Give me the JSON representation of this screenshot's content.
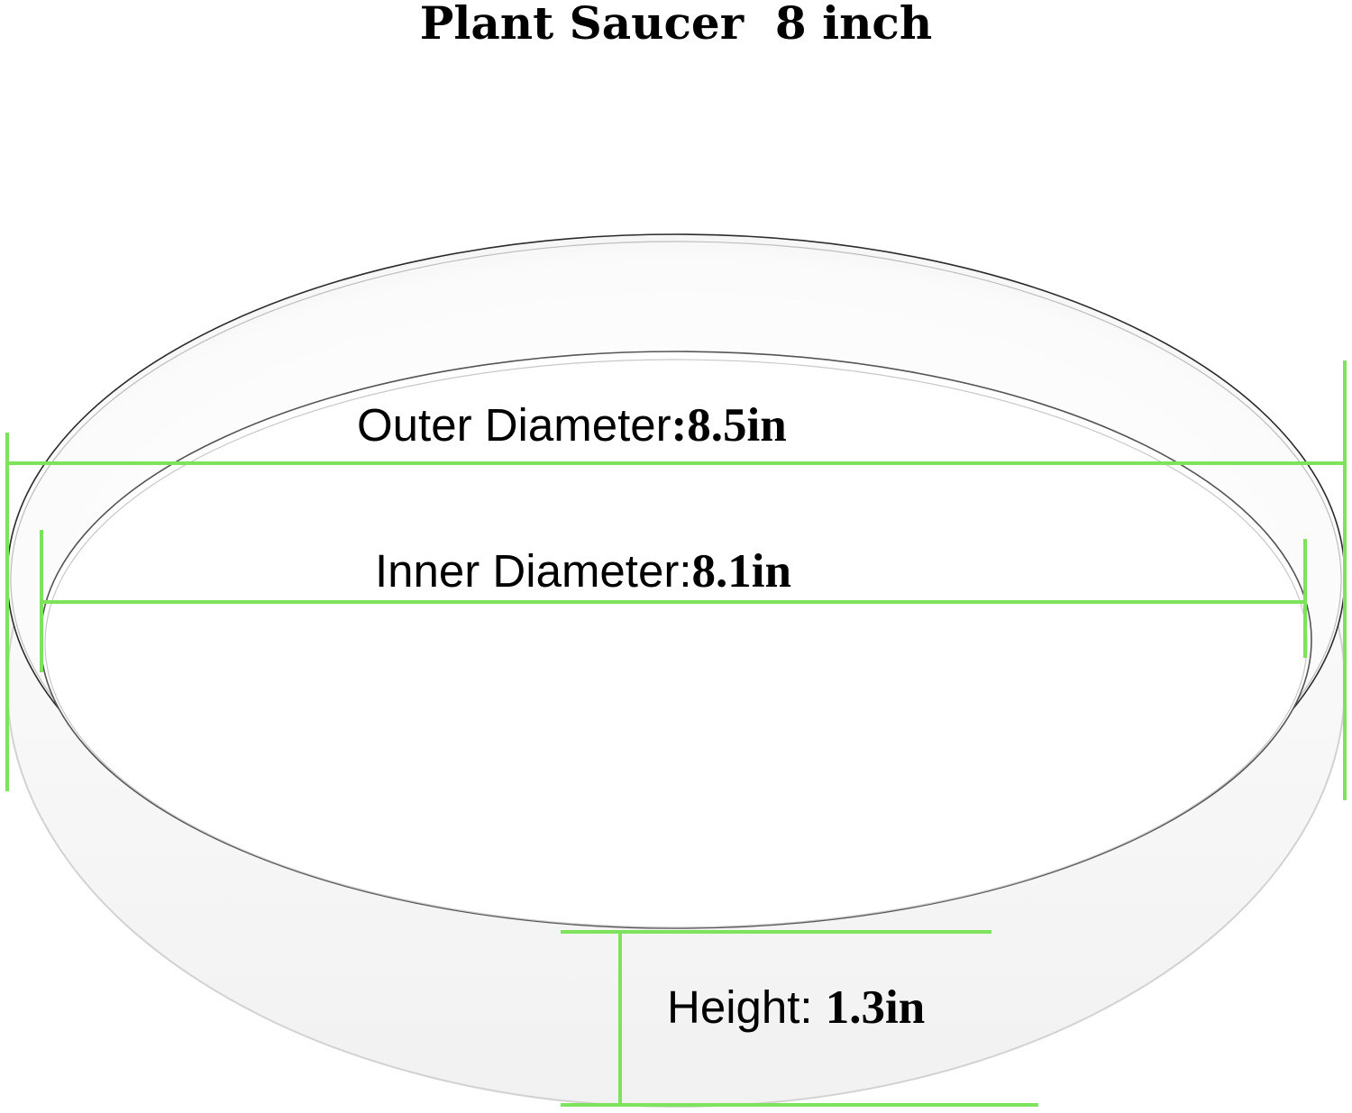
{
  "title": "Plant Saucer  8 inch",
  "colors": {
    "dimension_line": "#7de35a",
    "saucer_rim": "#7a7a7a",
    "saucer_shade": "#ececec",
    "text": "#000000"
  },
  "dimensions": {
    "outer": {
      "name": "Outer Diameter",
      "sep": ":",
      "value": "8.5in"
    },
    "inner": {
      "name": "Inner Diameter",
      "sep": ":",
      "value": "8.1in"
    },
    "height": {
      "name": "Height",
      "sep": ": ",
      "value": "1.3in"
    }
  }
}
